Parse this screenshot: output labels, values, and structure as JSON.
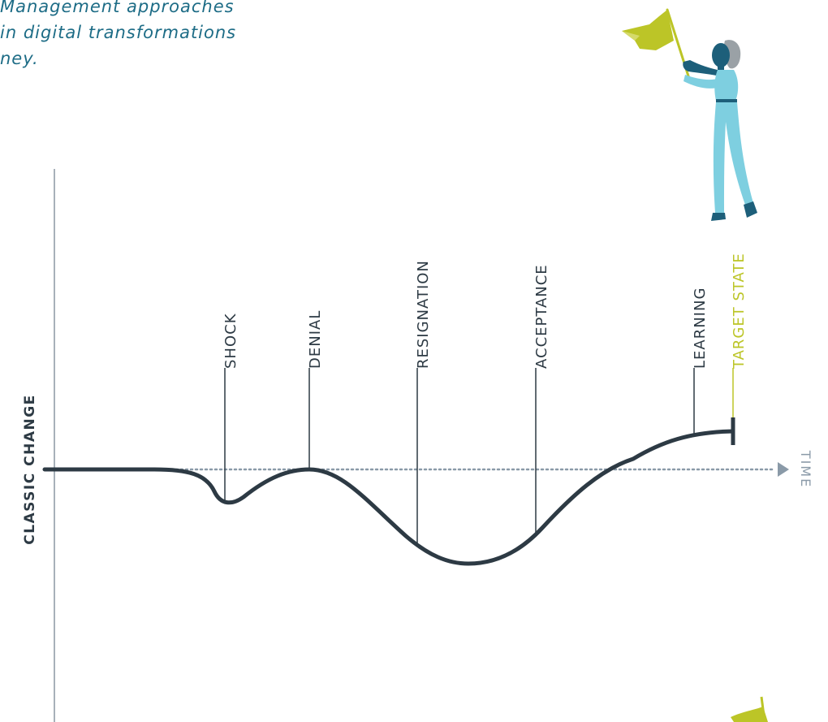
{
  "intro": {
    "line1": "Management approaches",
    "line2": "in digital transformations",
    "line3": "ney."
  },
  "diagram": {
    "y_axis_label": "CLASSIC CHANGE",
    "time_label": "TIME",
    "stages": [
      {
        "label": "SHOCK"
      },
      {
        "label": "DENIAL"
      },
      {
        "label": "RESIGNATION"
      },
      {
        "label": "ACCEPTANCE"
      },
      {
        "label": "LEARNING"
      }
    ],
    "target": {
      "label": "TARGET STATE"
    }
  },
  "colors": {
    "curve": "#2d3a44",
    "axis": "#a7b1ba",
    "time_line": "#8a9aa8",
    "accent": "#bcc527",
    "intro_text": "#1d6c86",
    "figure_body": "#7ecfe0",
    "figure_dark": "#1d5f7a"
  },
  "illustrations": {
    "top": "woman-with-flag-icon",
    "bottom": "flag-icon"
  }
}
